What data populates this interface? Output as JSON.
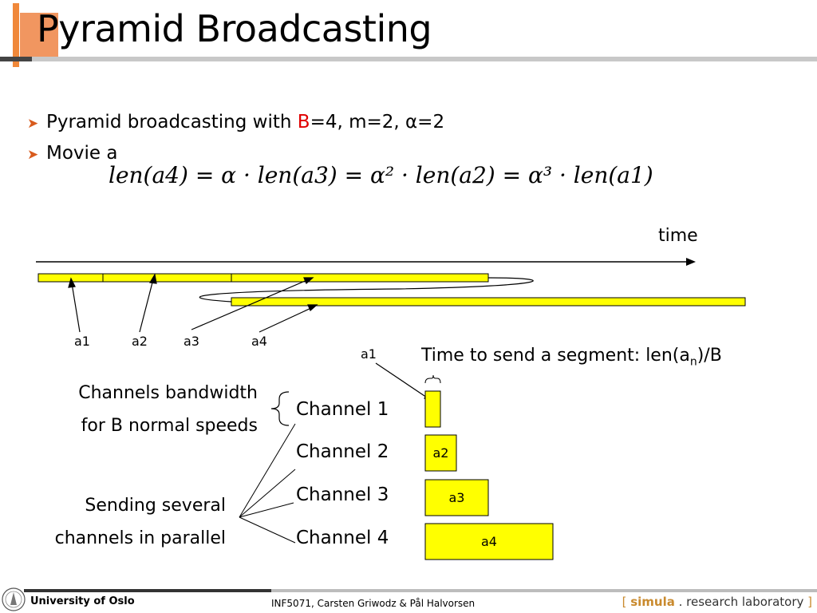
{
  "title": "Pyramid Broadcasting",
  "bullets": [
    {
      "pre": "Pyramid broadcasting with ",
      "highlight": "B",
      "post": "=4, m=2, α=2"
    },
    {
      "pre": "Movie a",
      "highlight": "",
      "post": ""
    }
  ],
  "formula": "len(a4) = α · len(a3) = α² · len(a2) = α³ · len(a1)",
  "timeline": {
    "time_label": "time",
    "segment_labels": [
      "a1",
      "a2",
      "a3",
      "a4"
    ]
  },
  "segment_time": {
    "prefix": "Time to send a segment: ",
    "value": "len(a",
    "sub": "n",
    "suffix": ")/B"
  },
  "a1_label": "a1",
  "left_labels": {
    "bandwidth_line1": "Channels bandwidth",
    "bandwidth_line2": "for B normal speeds",
    "parallel_line1": "Sending several",
    "parallel_line2": "channels in parallel"
  },
  "channels": [
    "Channel 1",
    "Channel 2",
    "Channel 3",
    "Channel 4"
  ],
  "channel_boxes": [
    "a2",
    "a3",
    "a4"
  ],
  "footer": {
    "left": "University of Oslo",
    "middle": "INF5071,  Carsten Griwodz & Pål Halvorsen",
    "right_open": "[ ",
    "right_brand": "simula",
    "right_rest": " . research laboratory ",
    "right_close": "]"
  },
  "colors": {
    "accent": "#e8601c",
    "segment": "#ffff00",
    "highlight": "#e00000"
  }
}
